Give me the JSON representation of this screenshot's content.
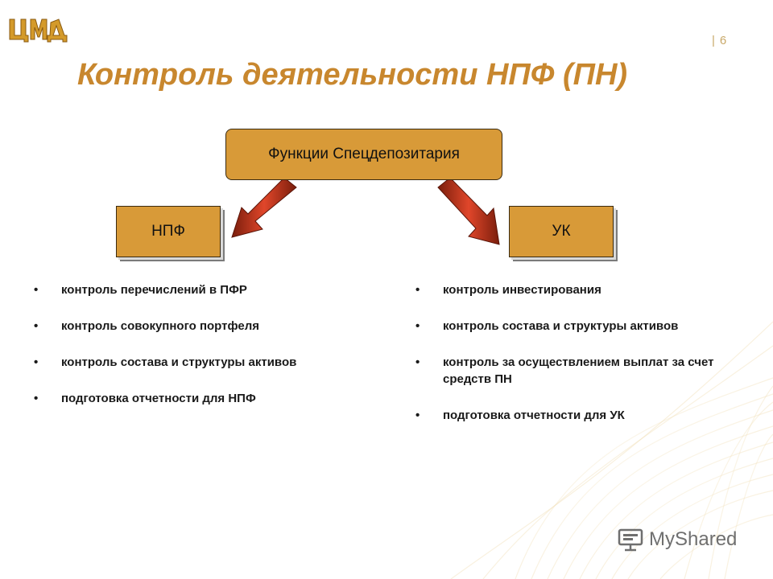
{
  "page": {
    "number": "6",
    "title": "Контроль деятельности НПФ (ПН)"
  },
  "logo": {
    "text": "ЦМД",
    "color": "#d49a2a"
  },
  "diagram": {
    "root": {
      "label": "Функции Спецдепозитария"
    },
    "left_node": {
      "label": "НПФ"
    },
    "right_node": {
      "label": "УК"
    },
    "box_color": "#d89a38",
    "arrow_color": "#c0341a"
  },
  "left_list": {
    "items": [
      "контроль перечислений в ПФР",
      "контроль совокупного портфеля",
      "контроль состава и структуры активов",
      "подготовка отчетности для НПФ"
    ]
  },
  "right_list": {
    "items": [
      "контроль инвестирования",
      "контроль состава и структуры активов",
      "контроль за осуществлением выплат за счет средств ПН",
      "подготовка отчетности для УК"
    ]
  },
  "bullet": "•",
  "watermark": {
    "text": "MyShared",
    "icon": "presentation-board-icon"
  }
}
